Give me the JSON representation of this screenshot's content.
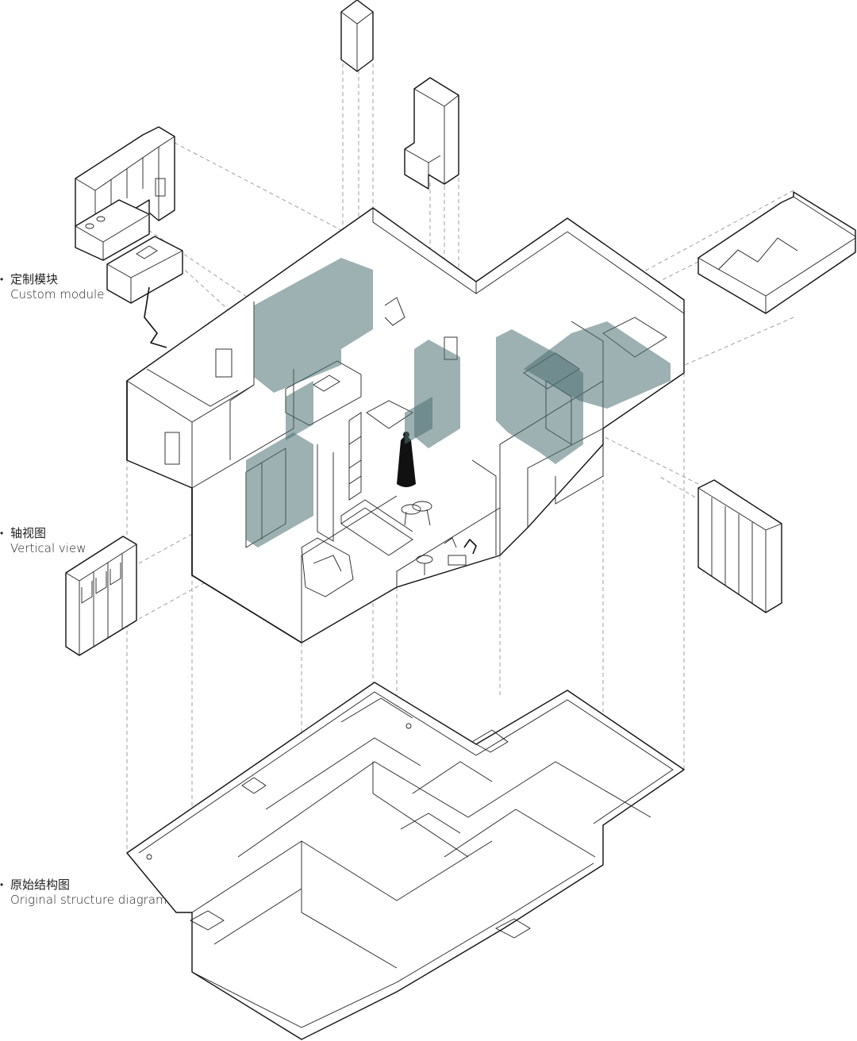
{
  "labels": {
    "custom_module": {
      "zh": "定制模块",
      "en": "Custom module"
    },
    "vertical_view": {
      "zh": "轴视图",
      "en": "Vertical view"
    },
    "original_structure": {
      "zh": "原始结构图",
      "en": "Original structure diagram"
    }
  },
  "bullet": "•",
  "colors": {
    "line": "#111111",
    "highlight_module": "#4c6f72",
    "guide_line": "#888888",
    "background": "#ffffff"
  }
}
